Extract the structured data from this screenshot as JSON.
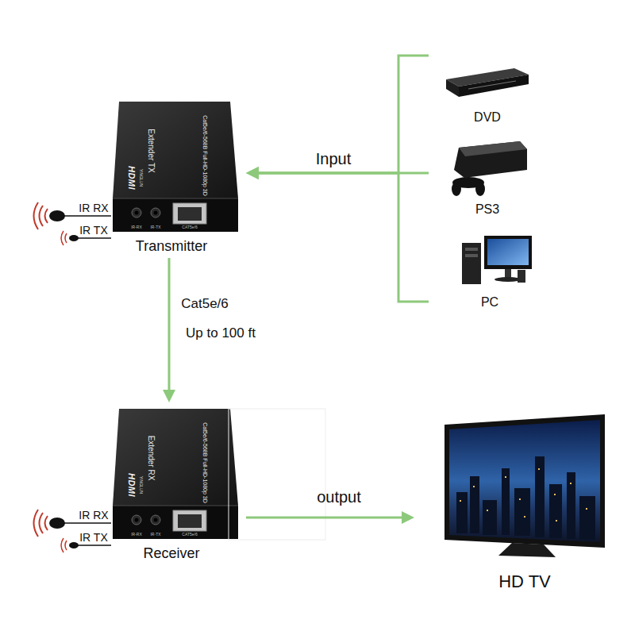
{
  "diagram": {
    "nodes": [
      {
        "text": [
          "Transmitter",
          "HDMI",
          "YINGLUN",
          "Extender TX",
          "Cat5e/6-568B Full-HD-1080p 3D",
          "IR-RX",
          "IR-TX",
          "CAT5e/6"
        ]
      },
      {
        "text": [
          "DVD"
        ]
      },
      {
        "text": [
          "PS3"
        ]
      },
      {
        "text": [
          "PC"
        ]
      },
      {
        "text": [
          "Receiver",
          "HDMI",
          "YINGLUN",
          "Extender RX",
          "Cat5e/6-568B Full-HD-1080p 3D",
          "IR-RX",
          "IR-TX",
          "CAT5e/6"
        ]
      },
      {
        "text": [
          "HD TV"
        ]
      }
    ],
    "edges": [
      {
        "from": 1,
        "to": 0,
        "arrow": "to"
      },
      {
        "from": 2,
        "to": 0,
        "label": "Input",
        "arrow": "to"
      },
      {
        "from": 3,
        "to": 0,
        "arrow": "to"
      },
      {
        "from": 0,
        "to": 4,
        "label": "Cat5e/6",
        "arrow": "to"
      },
      {
        "from": 4,
        "to": 5,
        "label": "output",
        "arrow": "to"
      }
    ],
    "labels": [
      "IR RX",
      "IR TX",
      "Up to 100 ft",
      "IR RX",
      "IR TX"
    ]
  }
}
